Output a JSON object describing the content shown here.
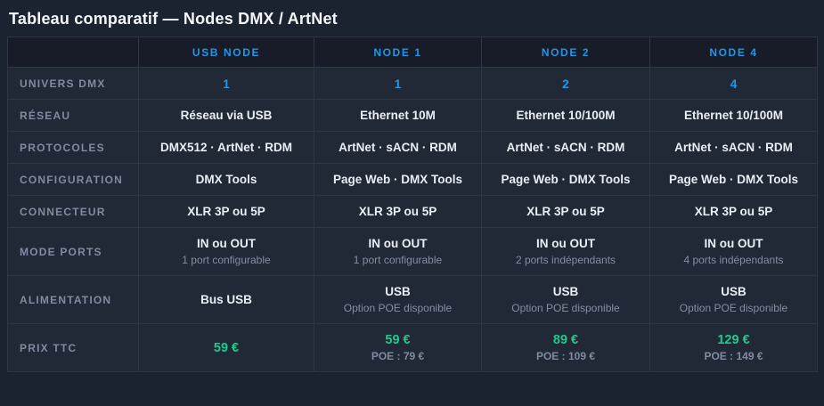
{
  "title": "Tableau comparatif — Nodes DMX / ArtNet",
  "colors": {
    "background": "#1c2330",
    "header_background": "#171c28",
    "cell_background": "#222936",
    "border": "#2d3546",
    "accent_blue": "#2196e8",
    "price_green": "#20c98c",
    "label_gray": "#7f8ba0",
    "value_white": "#e9edf4"
  },
  "table": {
    "columns": [
      "",
      "USB NODE",
      "NODE 1",
      "NODE 2",
      "NODE 4"
    ],
    "rows": [
      {
        "label": "UNIVERS DMX",
        "style": "accent",
        "cells": [
          {
            "main": "1"
          },
          {
            "main": "1"
          },
          {
            "main": "2"
          },
          {
            "main": "4"
          }
        ]
      },
      {
        "label": "RÉSEAU",
        "style": "normal",
        "cells": [
          {
            "main": "Réseau via USB"
          },
          {
            "main": "Ethernet 10M"
          },
          {
            "main": "Ethernet 10/100M"
          },
          {
            "main": "Ethernet 10/100M"
          }
        ]
      },
      {
        "label": "PROTOCOLES",
        "style": "normal",
        "cells": [
          {
            "main": "DMX512 · ArtNet · RDM"
          },
          {
            "main": "ArtNet · sACN · RDM"
          },
          {
            "main": "ArtNet · sACN · RDM"
          },
          {
            "main": "ArtNet · sACN · RDM"
          }
        ]
      },
      {
        "label": "CONFIGURATION",
        "style": "normal",
        "cells": [
          {
            "main": "DMX Tools"
          },
          {
            "main": "Page Web · DMX Tools"
          },
          {
            "main": "Page Web · DMX Tools"
          },
          {
            "main": "Page Web · DMX Tools"
          }
        ]
      },
      {
        "label": "CONNECTEUR",
        "style": "normal",
        "cells": [
          {
            "main": "XLR 3P ou 5P"
          },
          {
            "main": "XLR 3P ou 5P"
          },
          {
            "main": "XLR 3P ou 5P"
          },
          {
            "main": "XLR 3P ou 5P"
          }
        ]
      },
      {
        "label": "MODE PORTS",
        "style": "normal",
        "cells": [
          {
            "main": "IN ou OUT",
            "sub": "1 port configurable"
          },
          {
            "main": "IN ou OUT",
            "sub": "1 port configurable"
          },
          {
            "main": "IN ou OUT",
            "sub": "2 ports indépendants"
          },
          {
            "main": "IN ou OUT",
            "sub": "4 ports indépendants"
          }
        ]
      },
      {
        "label": "ALIMENTATION",
        "style": "normal",
        "cells": [
          {
            "main": "Bus USB"
          },
          {
            "main": "USB",
            "sub": "Option POE disponible"
          },
          {
            "main": "USB",
            "sub": "Option POE disponible"
          },
          {
            "main": "USB",
            "sub": "Option POE disponible"
          }
        ]
      },
      {
        "label": "PRIX TTC",
        "style": "price",
        "cells": [
          {
            "main": "59 €"
          },
          {
            "main": "59 €",
            "sub": "POE : 79 €"
          },
          {
            "main": "89 €",
            "sub": "POE : 109 €"
          },
          {
            "main": "129 €",
            "sub": "POE : 149 €"
          }
        ]
      }
    ]
  }
}
